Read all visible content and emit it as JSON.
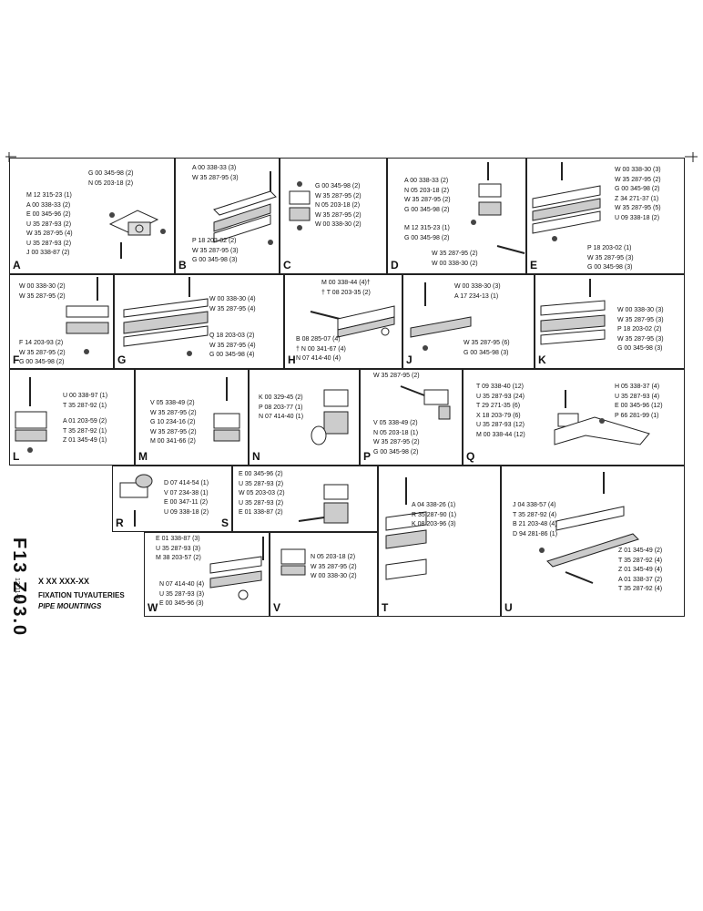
{
  "drawing": {
    "code": "F13 Z03.0",
    "date": "12-11-84",
    "part_number": "X XX XXX-XX",
    "title_fr": "FIXATION TUYAUTERIES",
    "title_en": "PIPE MOUNTINGS"
  },
  "panels": {
    "A": {
      "label": "A",
      "parts": [
        "G 00 345-98 (2)",
        "N 05 203-18 (2)",
        "M 12 315-23 (1)",
        "A 00 338-33 (2)",
        "E 00 345-96 (2)",
        "U 35 287-93 (2)",
        "W 35 287-95 (4)",
        "U 35 287-93 (2)",
        "J 00 338-87 (2)"
      ]
    },
    "B": {
      "label": "B",
      "parts": [
        "A 00 338-33 (3)",
        "W 35 287-95 (3)",
        "P 18 203-02 (2)",
        "W 35 287-95 (3)",
        "G 00 345-98 (3)"
      ]
    },
    "C": {
      "label": "C",
      "parts": [
        "G 00 345-98 (2)",
        "W 35 287-95 (2)",
        "N 05 203-18 (2)",
        "W 35 287-95 (2)",
        "W 00 338-30 (2)"
      ]
    },
    "D": {
      "label": "D",
      "parts": [
        "A 00 338-33 (2)",
        "N 05 203-18 (2)",
        "W 35 287-95 (2)",
        "G 00 345-98 (2)",
        "M 12 315-23 (1)",
        "G 00 345-98 (2)",
        "W 35 287-95 (2)",
        "W 00 338-30 (2)"
      ]
    },
    "E": {
      "label": "E",
      "parts": [
        "W 00 338-30 (3)",
        "W 35 287-95 (2)",
        "G 00 345-98 (2)",
        "Z 34 271-37 (1)",
        "W 35 287-95 (5)",
        "U 09 338-18 (2)",
        "P 18 203-02 (1)",
        "W 35 287-95 (3)",
        "G 00 345-98 (3)"
      ]
    },
    "F": {
      "label": "F",
      "parts": [
        "W 00 338-30 (2)",
        "W 35 287-95 (2)",
        "F 14 203-93 (2)",
        "W 35 287-95 (2)",
        "G 00 345-98 (2)"
      ]
    },
    "G": {
      "label": "G",
      "parts": [
        "W 00 338-30 (4)",
        "W 35 287-95 (4)",
        "Q 18 203-03 (2)",
        "W 35 287-95 (4)",
        "G 00 345-98 (4)"
      ]
    },
    "H": {
      "label": "H",
      "parts": [
        "M 00 338-44 (4)†",
        "† T 08 203-35 (2)",
        "B 08 285-07 (4)",
        "† N 00 341-67 (4)",
        "N 07 414-40 (4)"
      ]
    },
    "J": {
      "label": "J",
      "parts": [
        "W 00 338-30 (3)",
        "A 17 234-13 (1)",
        "W 35 287-95 (6)",
        "G 00 345-98 (3)"
      ]
    },
    "K": {
      "label": "K",
      "parts": [
        "W 00 338-30 (3)",
        "W 35 287-95 (3)",
        "P 18 203-02 (2)",
        "W 35 287-95 (3)",
        "G 00 345-98 (3)"
      ]
    },
    "L": {
      "label": "L",
      "parts": [
        "U 00 338-97 (1)",
        "T 35 287-92 (1)",
        "A 01 203-59 (2)",
        "T 35 287-92 (1)",
        "Z 01 345-49 (1)"
      ]
    },
    "M": {
      "label": "M",
      "parts": [
        "V 05 338-49 (2)",
        "W 35 287-95 (2)",
        "G 10 234-16 (2)",
        "W 35 287-95 (2)",
        "M 00 341-66 (2)"
      ]
    },
    "N": {
      "label": "N",
      "parts": [
        "K 00 329-45 (2)",
        "P 08 203-77 (1)",
        "N 07 414-40 (1)"
      ]
    },
    "P": {
      "label": "P",
      "parts": [
        "W 35 287-95 (2)",
        "V 05 338-49 (2)",
        "N 05 203-18 (1)",
        "W 35 287-95 (2)",
        "G 00 345-98 (2)"
      ]
    },
    "Q": {
      "label": "Q",
      "parts": [
        "T 09 338-40 (12)",
        "U 35 287-93 (24)",
        "T 29 271-35 (6)",
        "X 18 203-79 (6)",
        "U 35 287-93 (12)",
        "M 00 338-44 (12)",
        "H 05 338-37 (4)",
        "U 35 287-93 (4)",
        "E 00 345-96 (12)",
        "P 66 281-99 (1)"
      ]
    },
    "R": {
      "label": "R",
      "parts": [
        "D 07 414-54 (1)",
        "V 07 234-38 (1)",
        "E 00 347-11 (2)",
        "U 09 338-18 (2)"
      ]
    },
    "S": {
      "label": "S",
      "parts": [
        "E 00 345-96 (2)",
        "U 35 287-93 (2)",
        "W 05 203-03 (2)",
        "U 35 287-93 (2)",
        "E 01 338-87 (2)"
      ]
    },
    "T": {
      "label": "T",
      "parts": [
        "A 04 338-26 (1)",
        "R 35 287-90 (1)",
        "K 08 203-96 (3)"
      ]
    },
    "U": {
      "label": "U",
      "parts": [
        "J 04 338-57 (4)",
        "T 35 287-92 (4)",
        "B 21 203-48 (4)",
        "D 94 281-86 (1)",
        "Z 01 345-49 (2)",
        "T 35 287-92 (4)",
        "Z 01 345-49 (4)",
        "A 01 338-37 (2)",
        "T 35 287-92 (4)"
      ]
    },
    "V": {
      "label": "V",
      "parts": [
        "N 05 203-18 (2)",
        "W 35 287-95 (2)",
        "W 00 338-30 (2)"
      ]
    },
    "W": {
      "label": "W",
      "parts": [
        "E 01 338-87 (3)",
        "U 35 287-93 (3)",
        "M 38 203-57 (2)",
        "N 07 414-40 (4)",
        "U 35 287-93 (3)",
        "E 00 345-96 (3)"
      ]
    }
  }
}
